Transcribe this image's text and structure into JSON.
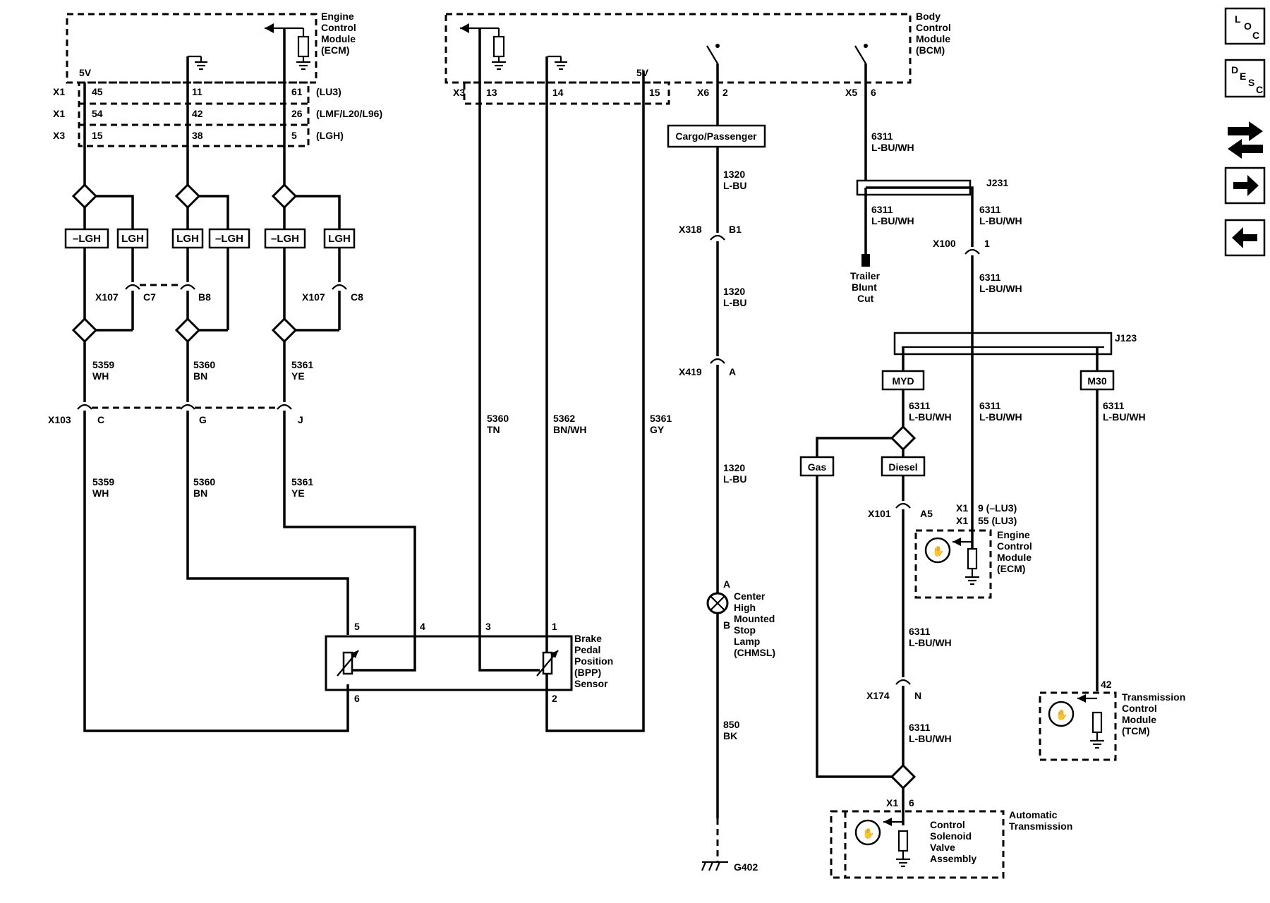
{
  "ecm": {
    "title_lines": [
      "Engine",
      "Control",
      "Module",
      "(ECM)"
    ],
    "voltage": "5V",
    "rows": [
      {
        "conn": "X1",
        "pins": [
          "45",
          "11",
          "61"
        ],
        "note": "(LU3)"
      },
      {
        "conn": "X1",
        "pins": [
          "54",
          "42",
          "26"
        ],
        "note": "(LMF/L20/L96)"
      },
      {
        "conn": "X3",
        "pins": [
          "15",
          "38",
          "5"
        ],
        "note": "(LGH)"
      }
    ]
  },
  "bcm": {
    "title_lines": [
      "Body",
      "Control",
      "Module",
      "(BCM)"
    ],
    "voltage": "5V",
    "conn_x3": "X3",
    "pins": [
      "13",
      "14",
      "15"
    ],
    "conn_x6": "X6",
    "pin_x6": "2",
    "conn_x5": "X5",
    "pin_x5": "6"
  },
  "options": {
    "not_lgh": "–LGH",
    "lgh": "LGH",
    "gas": "Gas",
    "diesel": "Diesel",
    "myd": "MYD",
    "m30": "M30",
    "cargo": "Cargo/Passenger"
  },
  "x107": {
    "name": "X107",
    "pins": [
      "C7",
      "B8",
      "C8"
    ]
  },
  "x103": {
    "name": "X103",
    "pins": [
      "C",
      "G",
      "J"
    ]
  },
  "wires": {
    "w5359": {
      "num": "5359",
      "color": "WH"
    },
    "w5360": {
      "num": "5360",
      "color": "BN"
    },
    "w5361": {
      "num": "5361",
      "color": "YE"
    },
    "w5360tn": {
      "num": "5360",
      "color": "TN"
    },
    "w5362": {
      "num": "5362",
      "color": "BN/WH"
    },
    "w5361gy": {
      "num": "5361",
      "color": "GY"
    },
    "w1320": {
      "num": "1320",
      "color": "L-BU"
    },
    "w850": {
      "num": "850",
      "color": "BK"
    },
    "w6311": {
      "num": "6311",
      "color": "L-BU/WH"
    }
  },
  "bpp": {
    "lines": [
      "Brake",
      "Pedal",
      "Position",
      "(BPP)",
      "Sensor"
    ],
    "pins": [
      "5",
      "4",
      "3",
      "1",
      "6",
      "2"
    ]
  },
  "chmsl": {
    "lines": [
      "Center",
      "High",
      "Mounted",
      "Stop",
      "Lamp",
      "(CHMSL)"
    ],
    "pin_a": "A",
    "pin_b": "B"
  },
  "connectors": {
    "x318": {
      "name": "X318",
      "pin": "B1"
    },
    "x419": {
      "name": "X419",
      "pin": "A"
    },
    "x100": {
      "name": "X100",
      "pin": "1"
    },
    "x101": {
      "name": "X101",
      "pin": "A5"
    },
    "x174": {
      "name": "X174",
      "pin": "N"
    }
  },
  "ground": "G402",
  "splices": {
    "j231": "J231",
    "j123": "J123"
  },
  "trailer_lines": [
    "Trailer",
    "Blunt",
    "Cut"
  ],
  "ecm2": {
    "conn1": "X1",
    "pin1": "9 (–LU3)",
    "conn2": "X1",
    "pin2": "55 (LU3)",
    "lines": [
      "Engine",
      "Control",
      "Module",
      "(ECM)"
    ]
  },
  "tcm": {
    "pin": "42",
    "lines": [
      "Transmission",
      "Control",
      "Module",
      "(TCM)"
    ]
  },
  "trans": {
    "conn": "X1",
    "pin": "6",
    "lines": [
      "Control",
      "Solenoid",
      "Valve",
      "Assembly"
    ],
    "title_lines": [
      "Automatic",
      "Transmission"
    ]
  },
  "nav": {
    "loc": [
      "L",
      "O",
      "C"
    ],
    "desc": [
      "D",
      "E",
      "S",
      "C"
    ],
    "icons": [
      "connector-icon",
      "arrow-right-icon",
      "arrow-left-icon"
    ]
  }
}
